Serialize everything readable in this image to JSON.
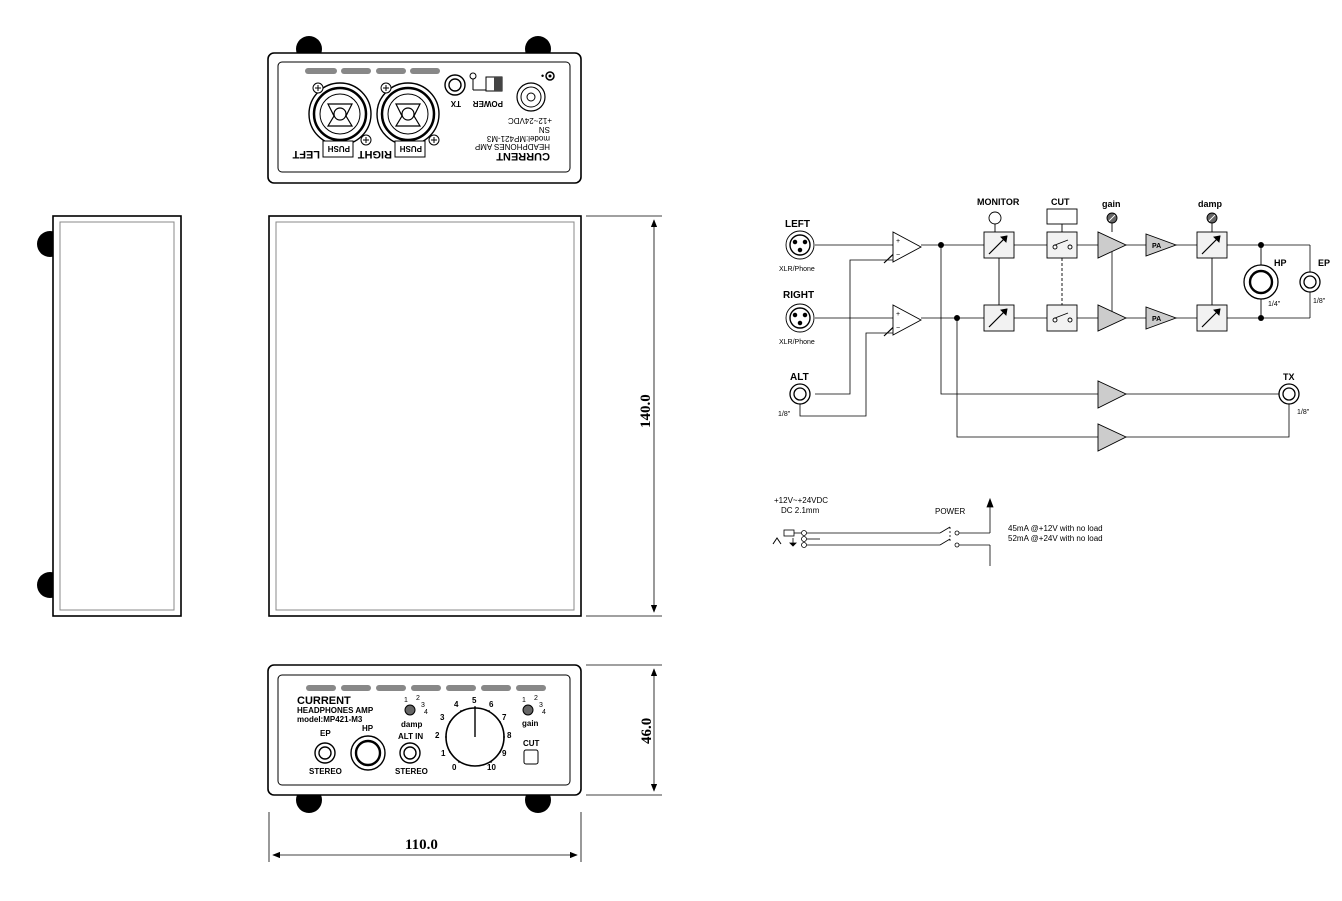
{
  "dimensions": {
    "depth": "140.0",
    "height": "46.0",
    "width": "110.0"
  },
  "rear_panel": {
    "brand": "CURRENT",
    "product": "HEADPHONES AMP",
    "model": "model:MP421-M3",
    "sn": "SN",
    "left": "LEFT",
    "right": "RIGHT",
    "push_left": "PUSH",
    "push_right": "PUSH",
    "tx": "TX",
    "power": "POWER",
    "dc_rating": "+12~24VDC"
  },
  "front_panel": {
    "brand": "CURRENT",
    "product": "HEADPHONES AMP",
    "model": "model:MP421-M3",
    "ep": "EP",
    "hp": "HP",
    "alt_in": "ALT IN",
    "stereo_ep": "STEREO",
    "stereo_alt": "STEREO",
    "damp": "damp",
    "gain": "gain",
    "cut": "CUT",
    "switch_positions": [
      "1",
      "2",
      "3",
      "4"
    ],
    "volume_scale": [
      "0",
      "1",
      "2",
      "3",
      "4",
      "5",
      "6",
      "7",
      "8",
      "9",
      "10"
    ]
  },
  "block_diagram": {
    "left": "LEFT",
    "right": "RIGHT",
    "alt": "ALT",
    "xlr_phone_left": "XLR/Phone",
    "xlr_phone_right": "XLR/Phone",
    "alt_size": "1/8\"",
    "monitor": "MONITOR",
    "cut": "CUT",
    "gain": "gain",
    "damp": "damp",
    "pa_top": "PA",
    "pa_bottom": "PA",
    "hp": "HP",
    "hp_size": "1/4\"",
    "ep": "EP",
    "ep_size": "1/8\"",
    "tx": "TX",
    "tx_size": "1/8\""
  },
  "power_diagram": {
    "supply": "+12V~+24VDC",
    "connector": "DC 2.1mm",
    "switch": "POWER",
    "current_12v": "45mA @+12V with no load",
    "current_24v": "52mA @+24V with no load"
  }
}
